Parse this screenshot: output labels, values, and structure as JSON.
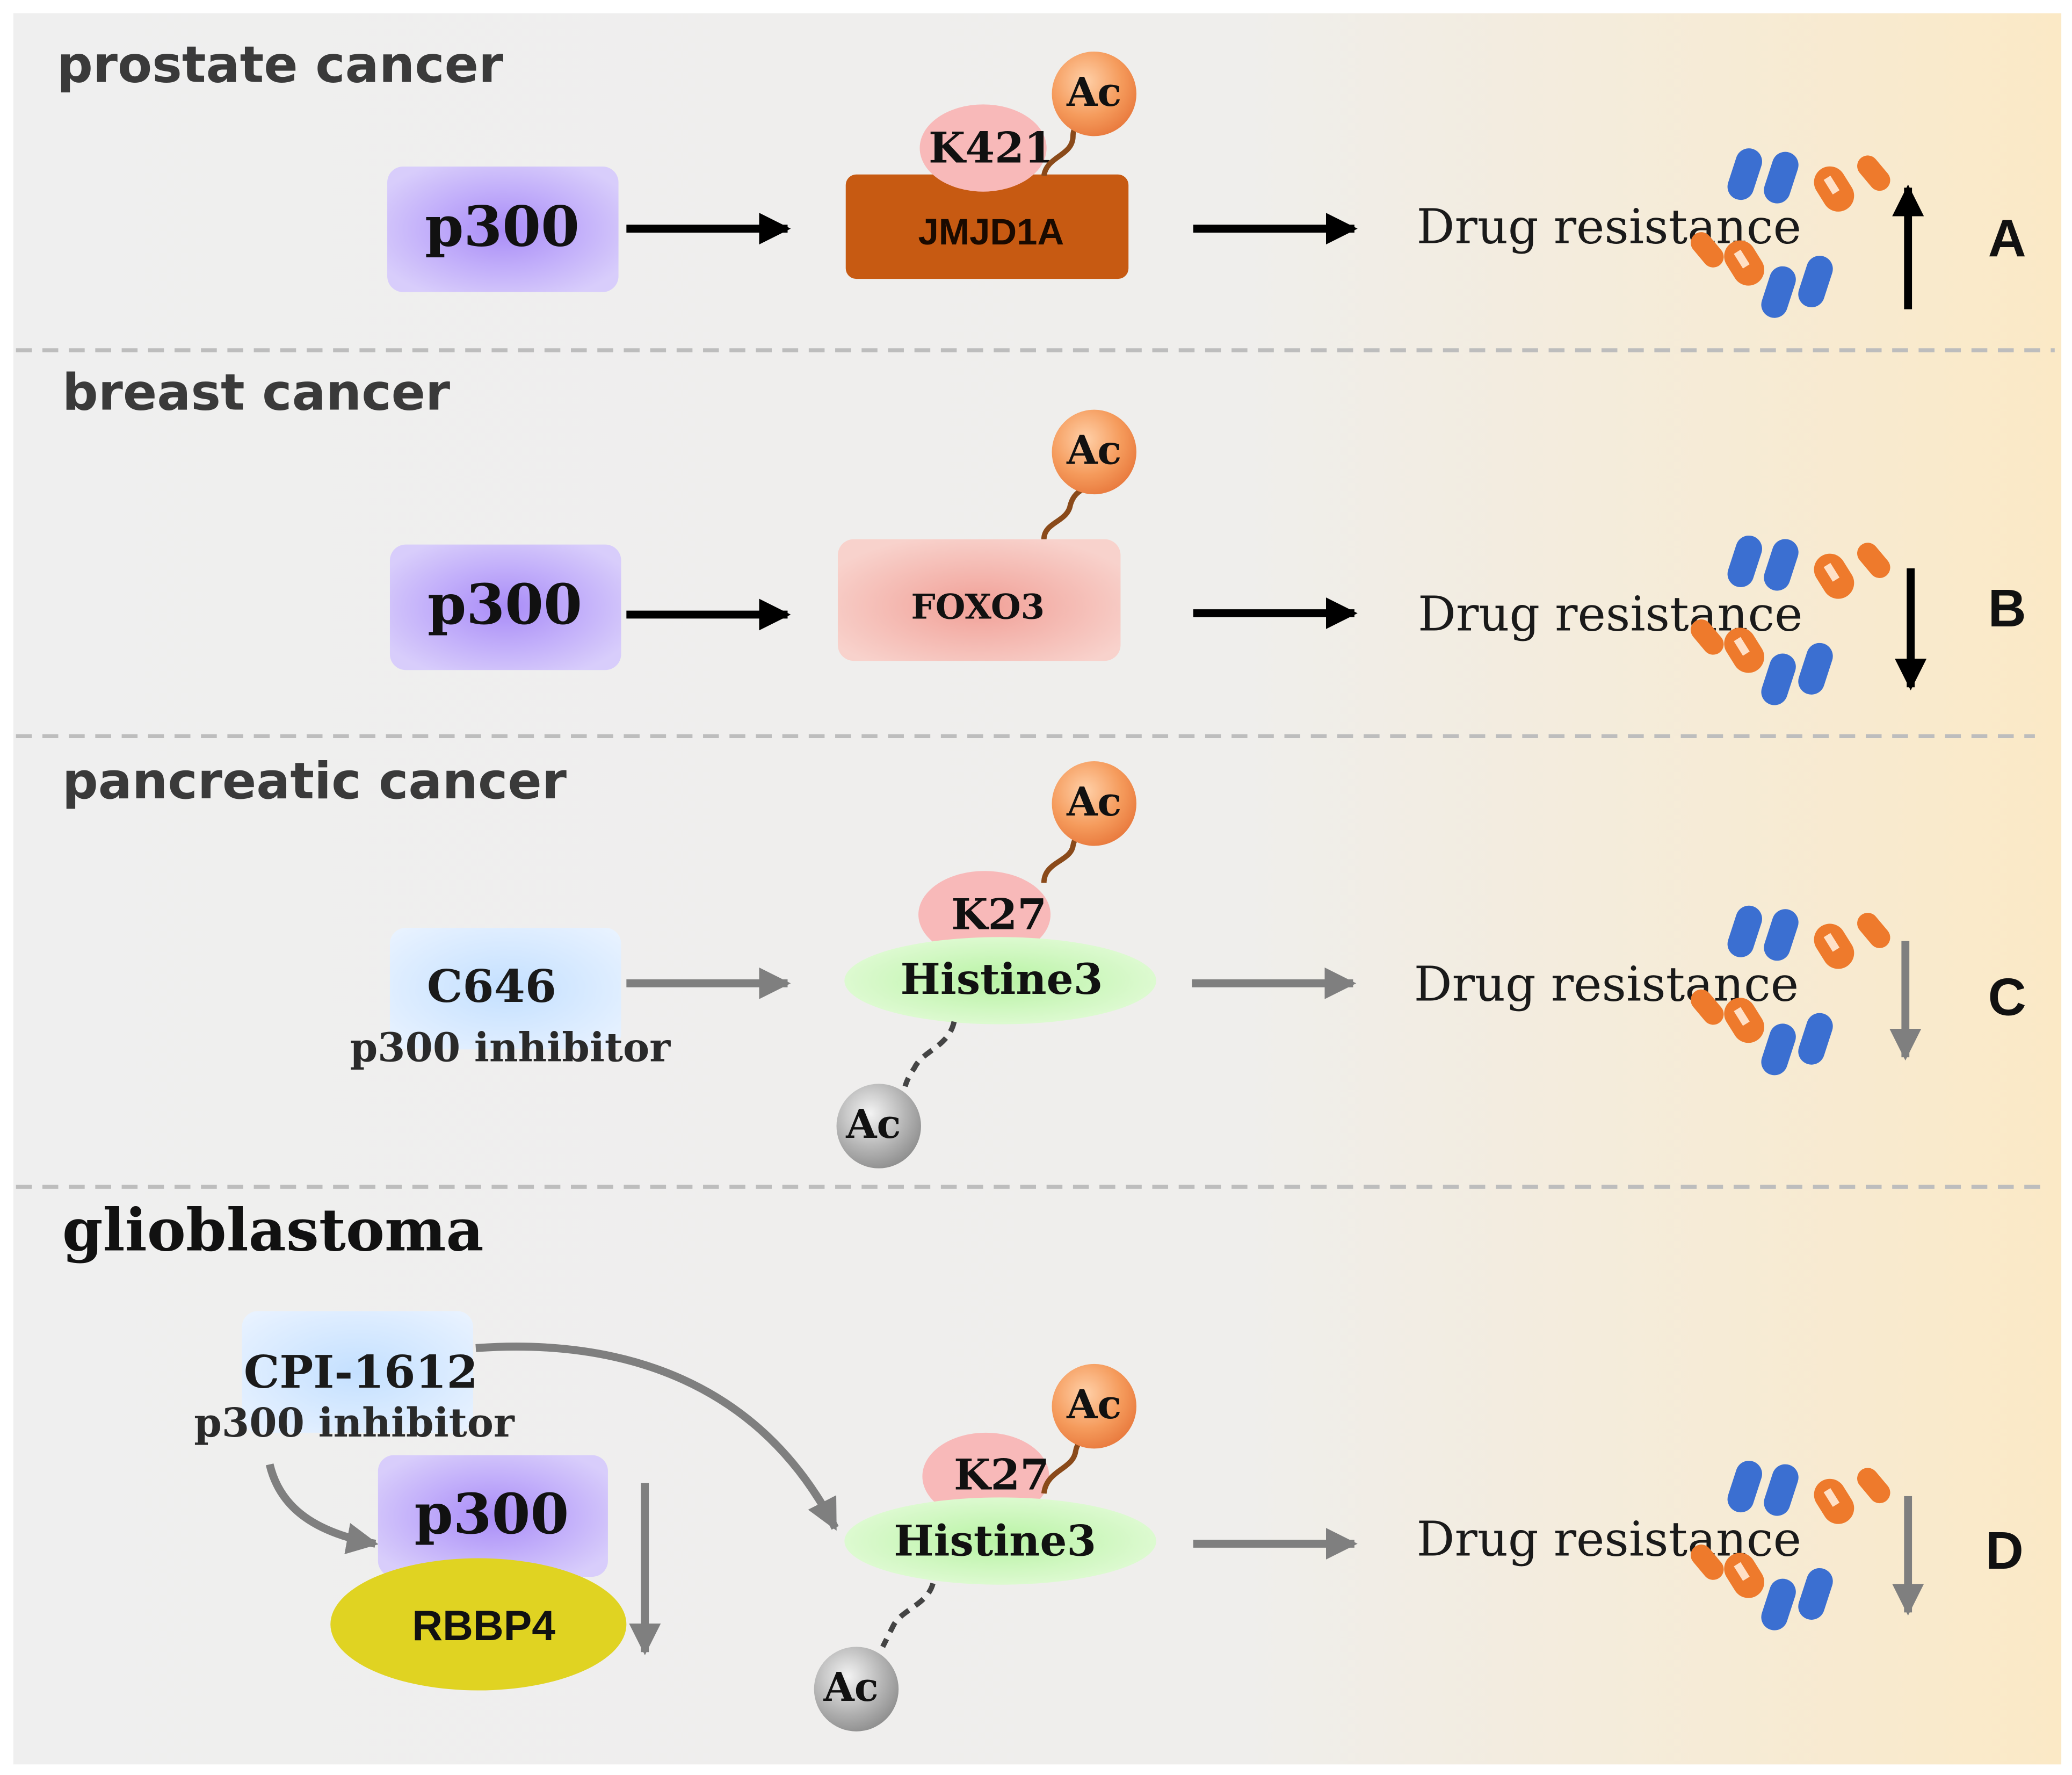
{
  "panels": [
    {
      "title": "prostate cancer",
      "letter": "A",
      "source": "p300",
      "target": "JMJD1A",
      "site": "K421",
      "ac": "Ac",
      "outcome": "Drug resistance",
      "trend": "up"
    },
    {
      "title": "breast cancer",
      "letter": "B",
      "source": "p300",
      "target": "FOXO3",
      "ac": "Ac",
      "outcome": "Drug resistance",
      "trend": "down"
    },
    {
      "title": "pancreatic cancer",
      "letter": "C",
      "inhibitor": "C646",
      "inhibitor_desc": "p300 inhibitor",
      "target": "Histine3",
      "site": "K27",
      "ac": "Ac",
      "ac_removed": "Ac",
      "outcome": "Drug resistance",
      "trend": "down"
    },
    {
      "title": "glioblastoma",
      "letter": "D",
      "inhibitor": "CPI-1612",
      "inhibitor_desc": "p300 inhibitor",
      "source": "p300",
      "partner": "RBBP4",
      "target": "Histine3",
      "site": "K27",
      "ac": "Ac",
      "ac_removed": "Ac",
      "outcome": "Drug resistance",
      "trend": "down"
    }
  ],
  "colors": {
    "p300": "#a78bfa",
    "jmjd1a": "#c75a12",
    "foxo3": "#f6b4ac",
    "k_site": "#f8b9b9",
    "ac": "#f08a4b",
    "ac_grey": "#8f8f8f",
    "histone": "#c8f5b8",
    "inhibitor": "#cfe6ff",
    "rbbp4": "#e0d322",
    "pill_blue": "#3b6fd1",
    "pill_orange": "#ee7a2c",
    "arrow_black": "#000000",
    "arrow_grey": "#7f7f7f"
  }
}
